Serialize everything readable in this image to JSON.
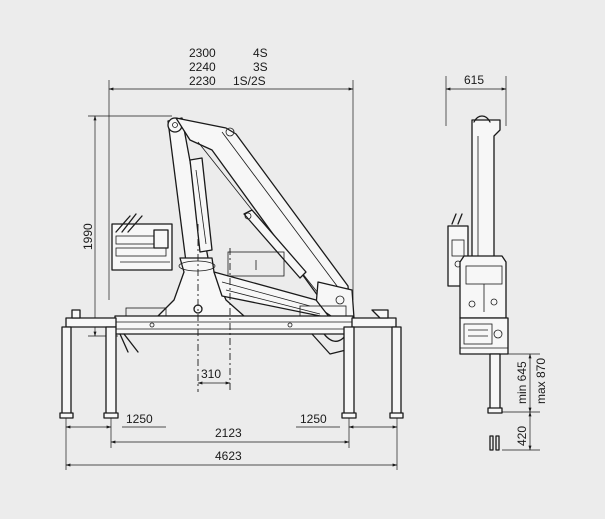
{
  "top_header": {
    "row1": {
      "value": "2300",
      "model": "4S"
    },
    "row2": {
      "value": "2240",
      "model": "3S"
    },
    "row3": {
      "value": "2230",
      "model": "1S/2S"
    }
  },
  "dimensions": {
    "side_width": "615",
    "height": "1990",
    "pivot_offset": "310",
    "outrigger_left": "1250",
    "outrigger_right": "1250",
    "leg_spacing": "2123",
    "total_span": "4623",
    "stroke_min": "min 645",
    "stroke_max": "max 870",
    "foot_height": "420"
  },
  "colors": {
    "ink": "#1a1a1a",
    "background": "#ececec",
    "part_fill": "#f7f7f7"
  }
}
